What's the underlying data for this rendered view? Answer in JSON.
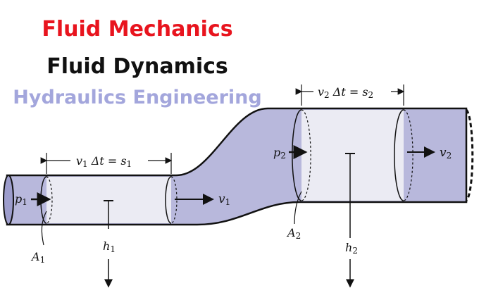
{
  "titles": {
    "line1": "Fluid Mechanics",
    "line2": "Fluid Dynamics",
    "line3": "Hydraulics Engineering"
  },
  "colors": {
    "title1": "#e8141e",
    "title2": "#111111",
    "title3": "#a3a6dc",
    "pipe_fill": "#b8b8dc",
    "segment_fill": "#ebebf3"
  },
  "labels": {
    "top_dim_left": {
      "main": "v",
      "sub": "1",
      "rest": " Δt  =  s",
      "sub2": "1"
    },
    "top_dim_right": {
      "main": "v",
      "sub": "2",
      "rest": " Δt  =  s",
      "sub2": "2"
    },
    "p1": {
      "main": "p",
      "sub": "1"
    },
    "p2": {
      "main": "p",
      "sub": "2"
    },
    "v1": {
      "main": "v",
      "sub": "1"
    },
    "v2": {
      "main": "v",
      "sub": "2"
    },
    "h1": {
      "main": "h",
      "sub": "1"
    },
    "h2": {
      "main": "h",
      "sub": "2"
    },
    "A1": {
      "main": "A",
      "sub": "1"
    },
    "A2": {
      "main": "A",
      "sub": "2"
    }
  }
}
